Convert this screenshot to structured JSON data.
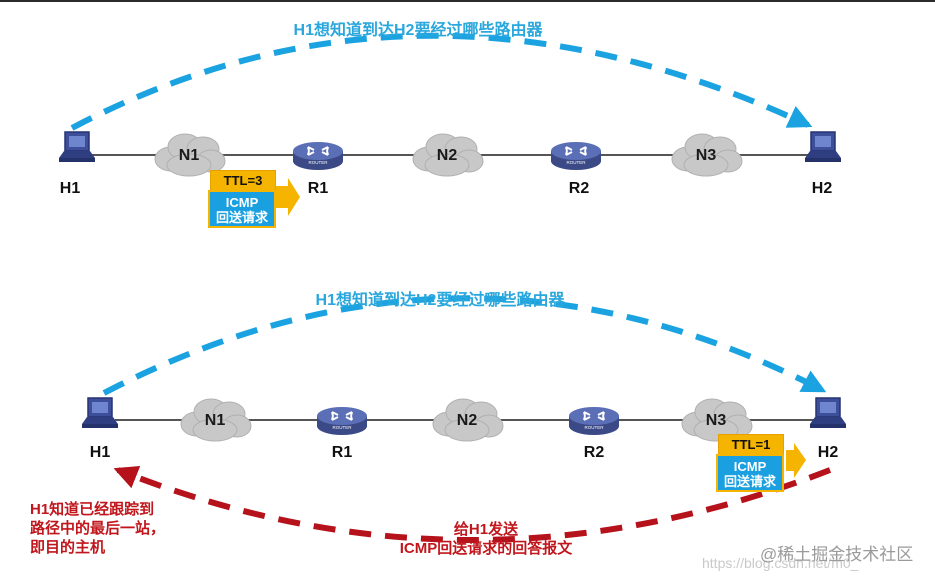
{
  "top": {
    "title": "H1想知道到达H2要经过哪些路由器",
    "hosts": [
      "H1",
      "H2"
    ],
    "routers": [
      "R1",
      "R2"
    ],
    "networks": [
      "N1",
      "N2",
      "N3"
    ],
    "router_badge": "ROUTER",
    "packet": {
      "ttl": "TTL=3",
      "line1": "ICMP",
      "line2": "回送请求"
    }
  },
  "bottom": {
    "title": "H1想知道到达H2要经过哪些路由器",
    "hosts": [
      "H1",
      "H2"
    ],
    "routers": [
      "R1",
      "R2"
    ],
    "networks": [
      "N1",
      "N2",
      "N3"
    ],
    "router_badge": "ROUTER",
    "packet": {
      "ttl": "TTL=1",
      "line1": "ICMP",
      "line2": "回送请求"
    },
    "note_left": "H1知道已经跟踪到\n路径中的最后一站，\n即目的主机",
    "note_center": "给H1发送\nICMP回送请求的回答报文"
  },
  "colors": {
    "arrow_blue": "#1aa3e0",
    "arrow_red": "#b5121b",
    "ttl_yellow": "#f5b400",
    "icmp_blue": "#1a9fe0"
  },
  "watermark": {
    "main": "@稀土掘金技术社区",
    "faint": "https://blog.csdn.net/m0_"
  }
}
